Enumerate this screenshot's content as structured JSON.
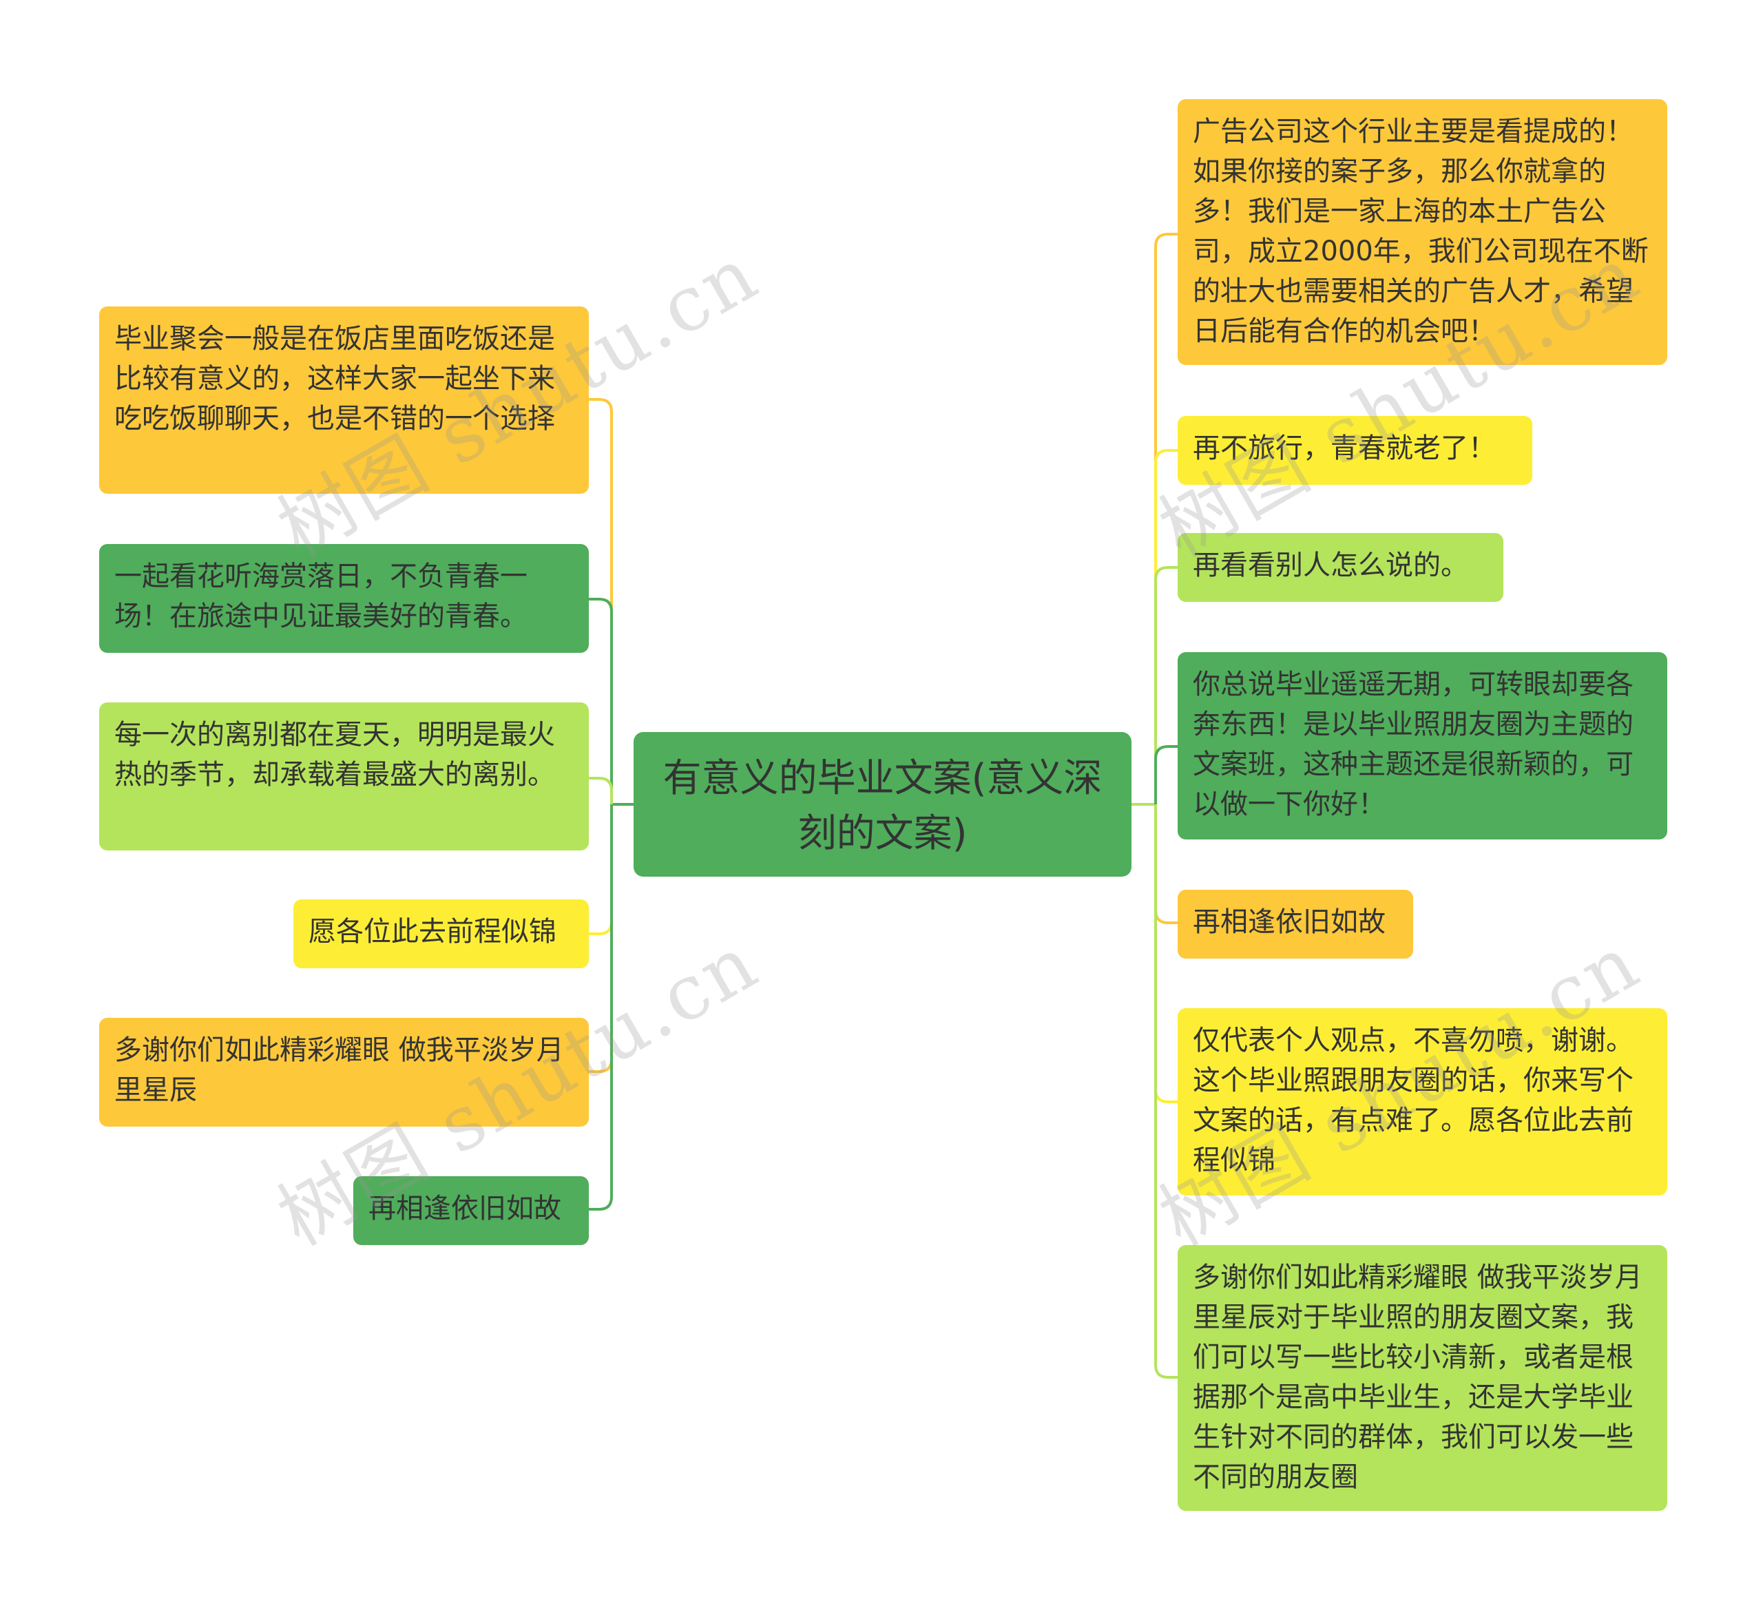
{
  "central_topic": "有意义的毕业文案(意义深刻的文案)",
  "left_branches": [
    {
      "text": "毕业聚会一般是在饭店里面吃饭还是比较有意义的，这样大家一起坐下来吃吃饭聊聊天，也是不错的一个选择",
      "color": "#fdc83a"
    },
    {
      "text": "一起看花听海赏落日，不负青春一场！在旅途中见证最美好的青春。",
      "color": "#4fad5b"
    },
    {
      "text": "每一次的离别都在夏天，明明是最火热的季节，却承载着最盛大的离别。",
      "color": "#b4e45b"
    },
    {
      "text": "愿各位此去前程似锦",
      "color": "#fdee35"
    },
    {
      "text": "多谢你们如此精彩耀眼 做我平淡岁月里星辰",
      "color": "#fdc83a"
    },
    {
      "text": "再相逢依旧如故",
      "color": "#4fad5b"
    }
  ],
  "right_branches": [
    {
      "text": "广告公司这个行业主要是看提成的！如果你接的案子多，那么你就拿的多！我们是一家上海的本土广告公司，成立2000年，我们公司现在不断的壮大也需要相关的广告人才，希望日后能有合作的机会吧！",
      "color": "#fdc83a"
    },
    {
      "text": "再不旅行，青春就老了！",
      "color": "#fdee35"
    },
    {
      "text": "再看看别人怎么说的。",
      "color": "#b4e45b"
    },
    {
      "text": "你总说毕业遥遥无期，可转眼却要各奔东西！是以毕业照朋友圈为主题的文案班，这种主题还是很新颖的，可以做一下你好！",
      "color": "#4fad5b"
    },
    {
      "text": "再相逢依旧如故",
      "color": "#fdc83a"
    },
    {
      "text": "仅代表个人观点，不喜勿喷，谢谢。这个毕业照跟朋友圈的话，你来写个文案的话，有点难了。愿各位此去前程似锦",
      "color": "#fdee35"
    },
    {
      "text": "多谢你们如此精彩耀眼 做我平淡岁月里星辰对于毕业照的朋友圈文案，我们可以写一些比较小清新，或者是根据那个是高中毕业生，还是大学毕业生针对不同的群体，我们可以发一些不同的朋友圈",
      "color": "#b4e45b"
    }
  ],
  "watermark": "树图 shutu.cn"
}
